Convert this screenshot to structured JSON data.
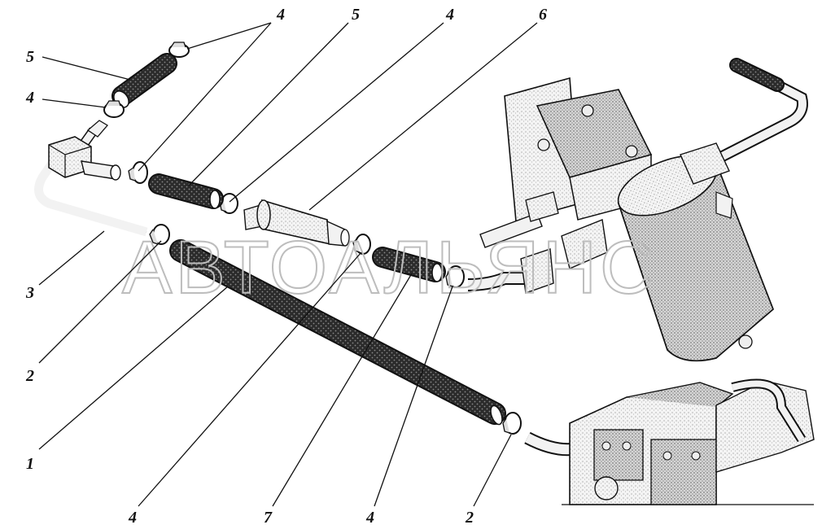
{
  "watermark": "АВТОАЛЬЯНС",
  "callouts": {
    "top_4a": "4",
    "top_5": "5",
    "top_4b": "4",
    "top_6": "6",
    "left_5": "5",
    "left_4": "4",
    "left_3": "3",
    "left_2": "2",
    "left_1": "1",
    "bottom_4a": "4",
    "bottom_7": "7",
    "bottom_4b": "4",
    "bottom_2": "2"
  },
  "colors": {
    "hose": "#2b2b2b",
    "metal": "#f2f2f2",
    "stipple": "#9a9a9a",
    "line": "#111111",
    "watermark": "#bdbdbd"
  }
}
